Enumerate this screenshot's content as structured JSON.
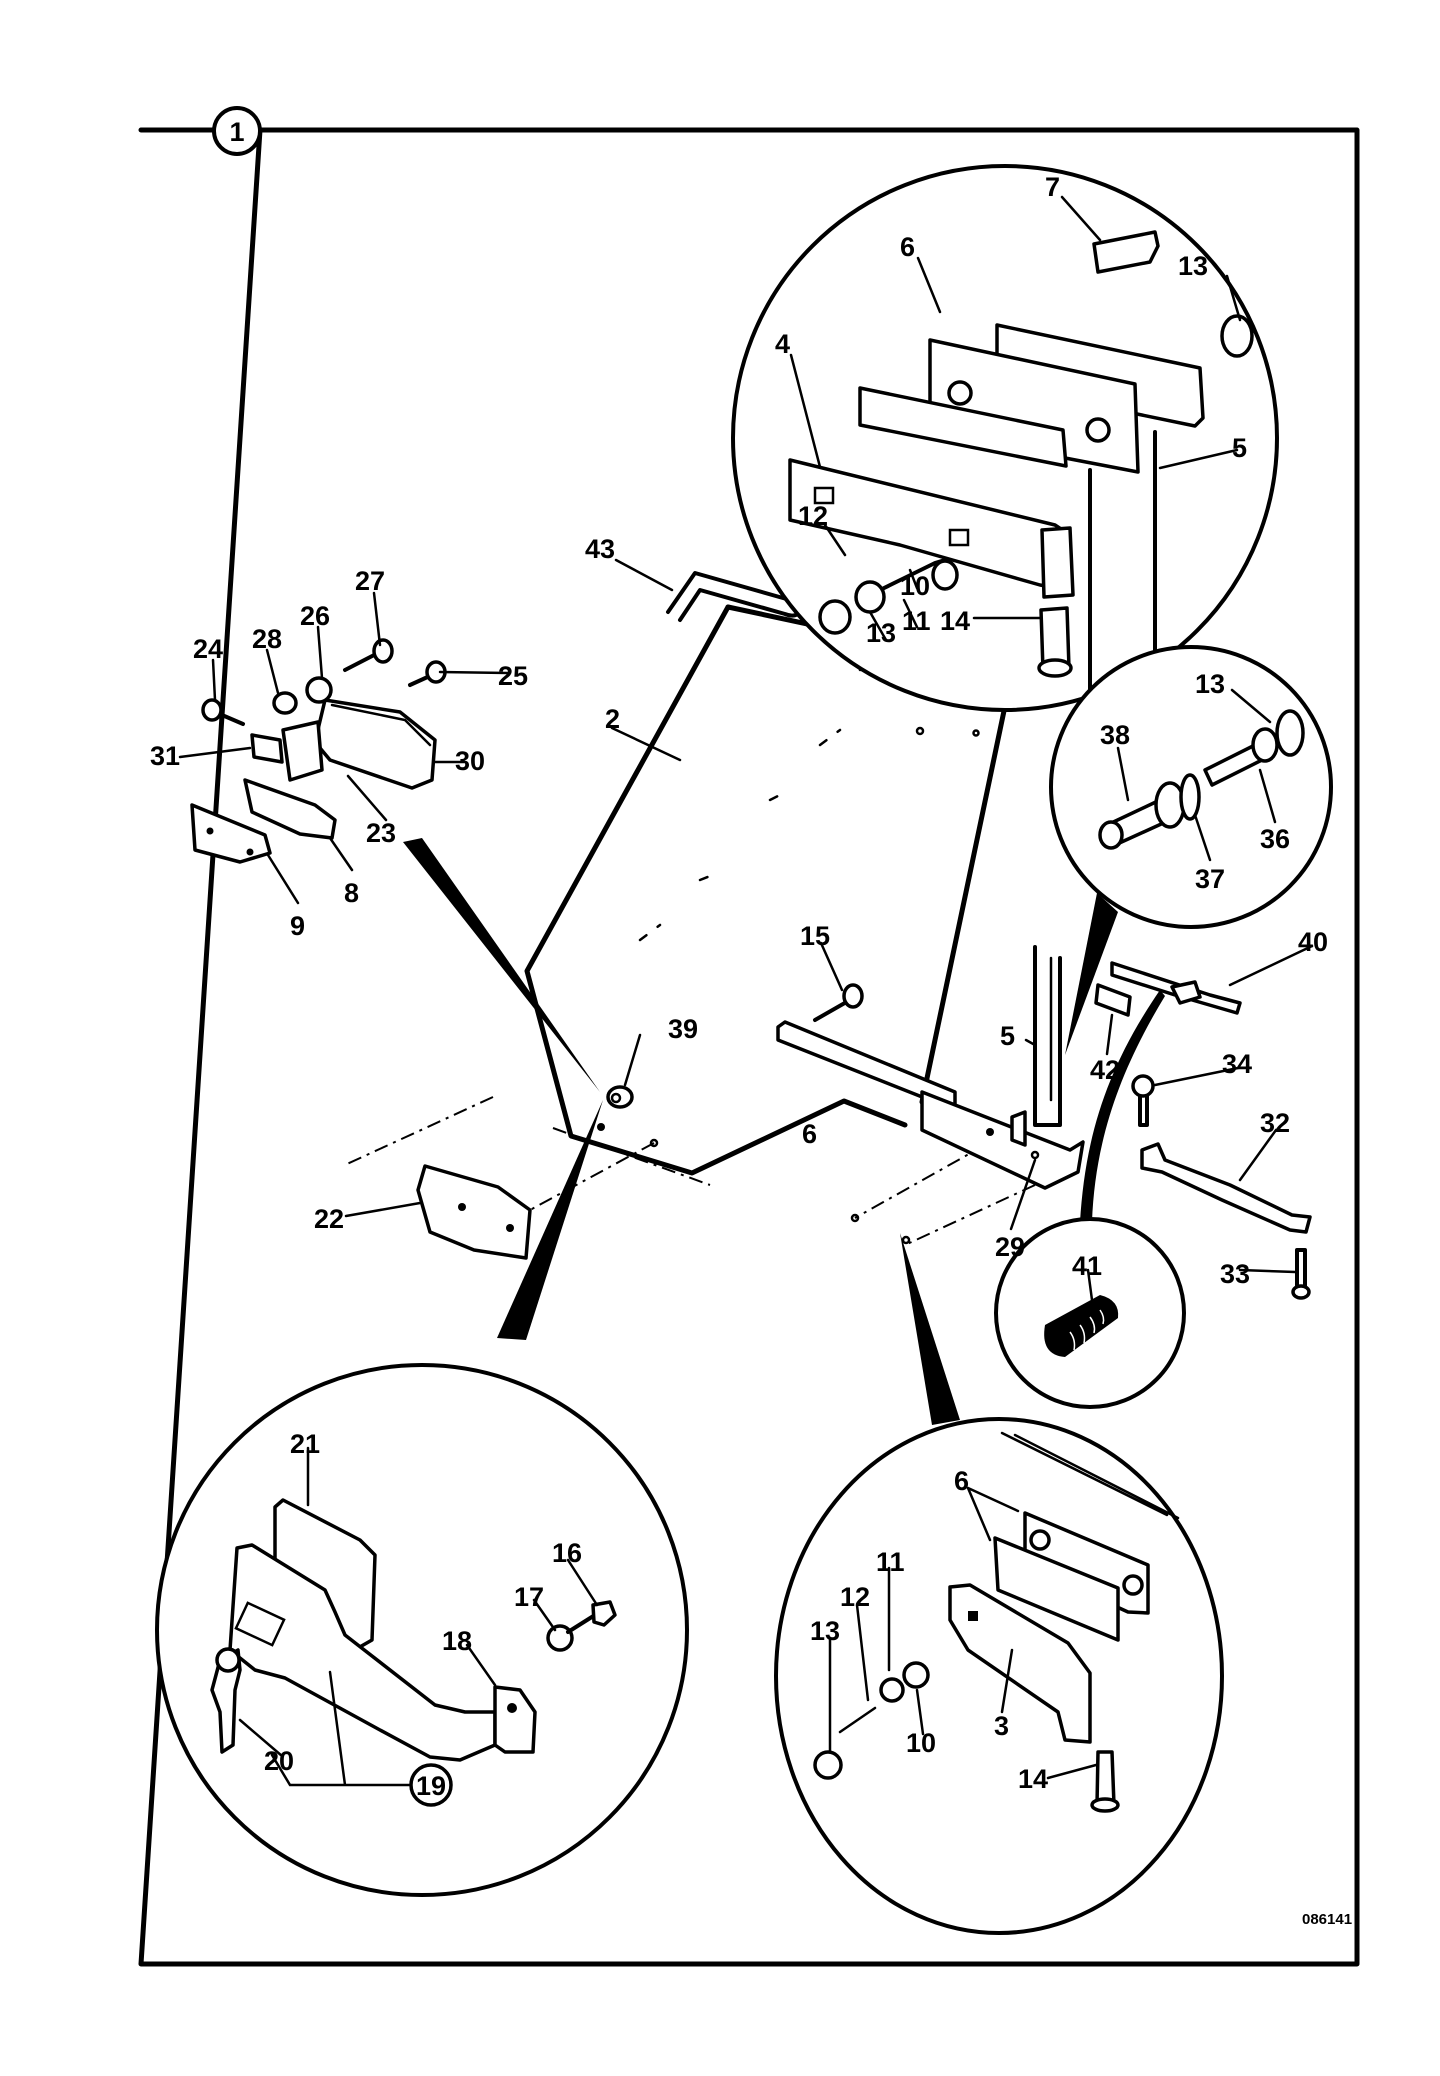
{
  "figure": {
    "number": "1",
    "reference_code": "086141",
    "type": "exploded-parts-diagram",
    "subject": "door window glass, hinges, latch and handle assembly"
  },
  "callouts": {
    "main": {
      "glass": "2",
      "glass_area": "6",
      "stay_rod": "43",
      "bolt_15": "15",
      "button_39": "39",
      "plate_22": "22",
      "bracket_29": "29",
      "hinge_post_5": "5",
      "clip_42": "42",
      "lever_40": "40",
      "bolt_34": "34",
      "gas_strut_32": "32",
      "bolt_33": "33"
    },
    "latch_group": [
      "27",
      "26",
      "28",
      "24",
      "25",
      "31",
      "30",
      "23",
      "8",
      "9"
    ],
    "top_hinge_inset": [
      "7",
      "13",
      "6",
      "4",
      "5",
      "12",
      "10",
      "11",
      "13",
      "14"
    ],
    "pin_inset": [
      "13",
      "38",
      "36",
      "37"
    ],
    "spring_inset": [
      "41"
    ],
    "handle_inset": [
      "21",
      "16",
      "17",
      "18",
      "20",
      "19"
    ],
    "lower_hinge_inset": [
      "6",
      "11",
      "12",
      "13",
      "10",
      "3",
      "14"
    ]
  },
  "assembly_group_label": "19"
}
